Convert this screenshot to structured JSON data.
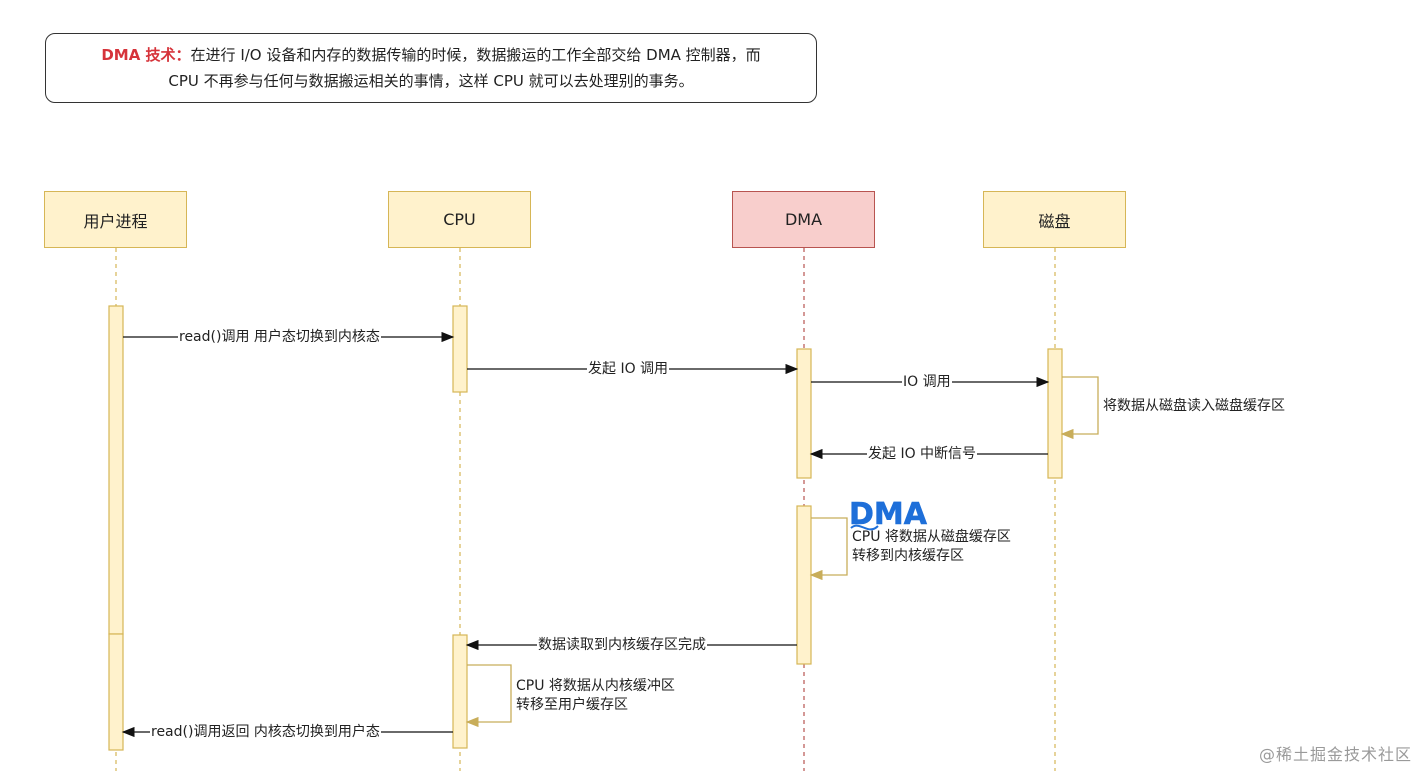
{
  "note": {
    "keyword": "DMA 技术：",
    "line1": "在进行 I/O 设备和内存的数据传输的时候，数据搬运的工作全部交给 DMA 控制器，而",
    "line2": "CPU 不再参与任何与数据搬运相关的事情，这样 CPU 就可以去处理别的事务。"
  },
  "actors": {
    "user_process": "用户进程",
    "cpu": "CPU",
    "dma": "DMA",
    "disk": "磁盘"
  },
  "messages": {
    "read_call": "read()调用 用户态切换到内核态",
    "issue_io": "发起 IO 调用",
    "io_call": "IO 调用",
    "disk_read": "将数据从磁盘读入磁盘缓存区",
    "io_interrupt": "发起 IO 中断信号",
    "dma_copy_line1": "CPU 将数据从磁盘缓存区",
    "dma_copy_line2": "转移到内核缓存区",
    "dma_overwrite": "DMA",
    "read_done": "数据读取到内核缓存区完成",
    "cpu_copy_line1": "CPU 将数据从内核缓冲区",
    "cpu_copy_line2": "转移至用户缓存区",
    "read_return": "read()调用返回 内核态切换到用户态"
  },
  "watermark": "@稀土掘金技术社区",
  "colors": {
    "actor_fill": "#fff2cc",
    "actor_border": "#d6b656",
    "dma_fill": "#f8cecc",
    "dma_border": "#b85450",
    "note_keyword": "#d6333a",
    "scribble": "#1e6fd9"
  }
}
